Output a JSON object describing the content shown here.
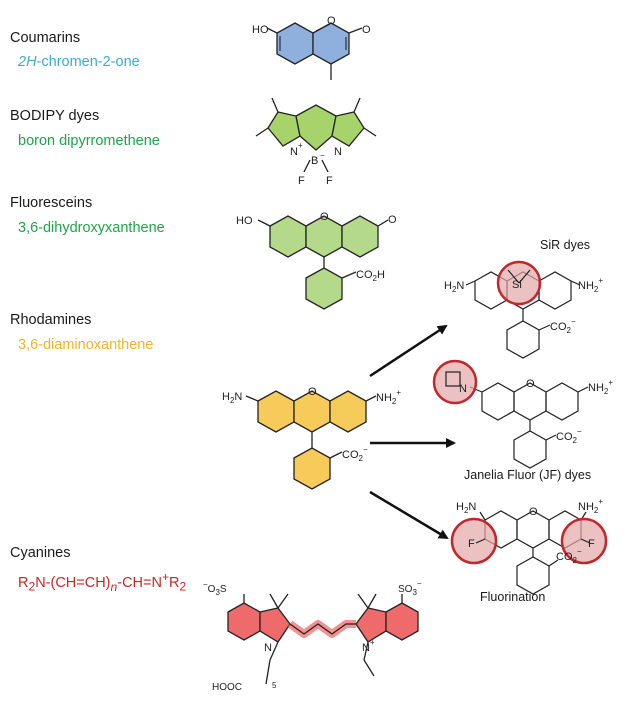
{
  "classes": [
    {
      "name": "Coumarins",
      "sub_italic": "2H",
      "sub_rest": "-chromen-2-one",
      "color": "#3fa9d6"
    },
    {
      "name": "BODIPY dyes",
      "sub": "boron dipyrromethene",
      "color": "#20a34a"
    },
    {
      "name": "Fluoresceins",
      "sub": "3,6-dihydroxyxanthene",
      "color": "#20a34a"
    },
    {
      "name": "Rhodamines",
      "sub": "3,6-diaminoxanthene",
      "color": "#f0b429"
    },
    {
      "name": "Cyanines",
      "sub_parts": [
        "R",
        "2",
        "N-(CH=CH)",
        "n",
        "-CH=N",
        "+",
        "R",
        "2"
      ],
      "color": "#c62828"
    }
  ],
  "modifications": {
    "sir": "SiR dyes",
    "jf": "Janelia Fluor (JF) dyes",
    "fluor": "Fluorination"
  },
  "atoms": {
    "HO": "HO",
    "O": "O",
    "N": "N",
    "Nplus": "N",
    "plus": "+",
    "B": "B",
    "minus": "−",
    "F": "F",
    "H2N_H": "H",
    "H2N_2": "2",
    "H2N_N": "N",
    "NH2": "NH",
    "NH2_sub": "2",
    "CO2H": "CO",
    "CO2H_sub": "2",
    "CO2H_H": "H",
    "CO2": "CO",
    "CO2_sub": "2",
    "Si": "Si",
    "SO3_a": "O",
    "SO3_sub": "3",
    "SO3_S": "S",
    "SO3": "SO",
    "HOOC": "HOOC",
    "five": "5"
  },
  "colors": {
    "coumarin_fill": "#8fb0dc",
    "bodipy_fill": "#a6d36a",
    "fluorescein_fill": "#b4d98a",
    "rhodamine_fill": "#f7cb5a",
    "cyanine_fill": "#ef6b6b",
    "highlight_fill": "#e3a6a6",
    "highlight_stroke": "#c0282d"
  }
}
